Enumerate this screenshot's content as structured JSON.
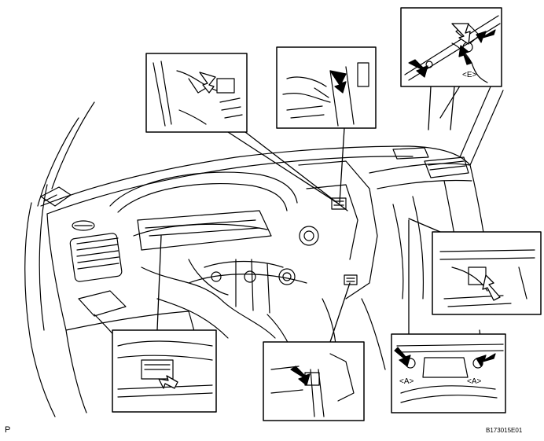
{
  "labels": {
    "page_letter": "P",
    "figure_code": "B173015E01",
    "callout_a": "<A>",
    "callout_e": "<E>"
  },
  "colors": {
    "line": "#000000",
    "fill": "#ffffff"
  }
}
